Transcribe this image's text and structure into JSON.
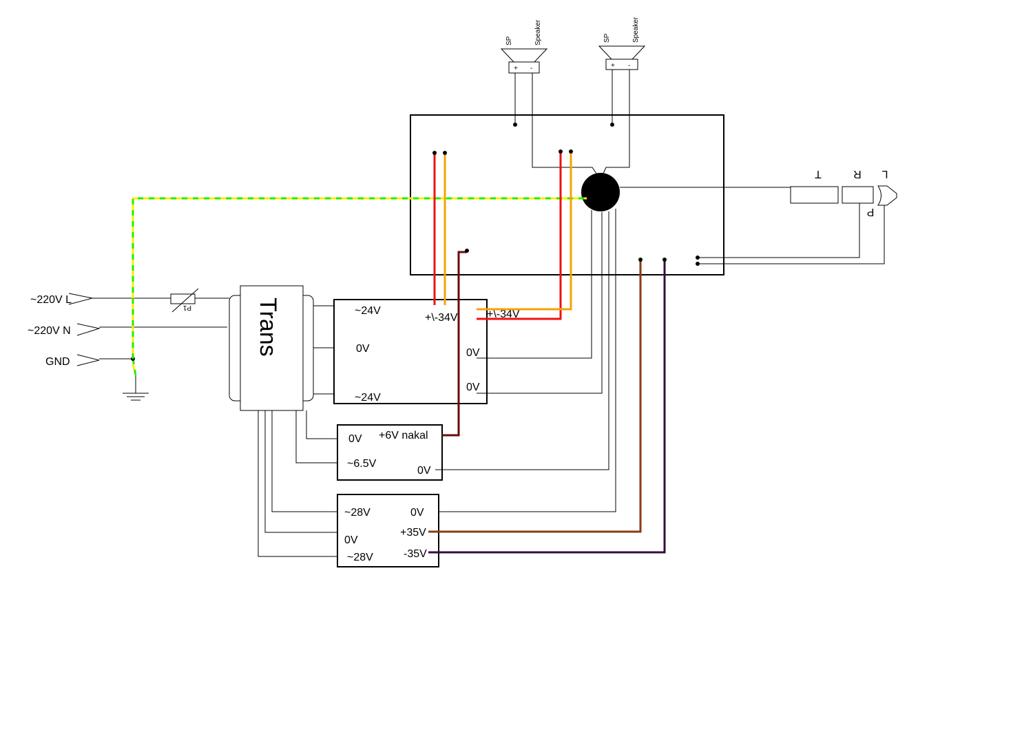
{
  "inputs": {
    "line": "~220V L",
    "neutral": "~220V N",
    "ground": "GND"
  },
  "fuse": {
    "label": "P1"
  },
  "transformer": {
    "label": "Trans"
  },
  "psu_main": {
    "in_top": "~24V",
    "in_mid": "0V",
    "in_bot": "~24V",
    "out_a": "+\\-34V",
    "out_b": "+\\-34V",
    "zero_1": "0V",
    "zero_2": "0V"
  },
  "psu_heater": {
    "in_0v": "0V",
    "in_ac": "~6.5V",
    "out": "+6V nakal",
    "out_0v": "0V"
  },
  "psu_aux": {
    "in_top": "~28V",
    "in_mid": "0V",
    "in_bot": "~28V",
    "out_0v": "0V",
    "out_pos": "+35V",
    "out_neg": "-35V"
  },
  "speakers": [
    {
      "short": "SP",
      "long": "Speaker",
      "plus": "+",
      "minus": "-"
    },
    {
      "short": "SP",
      "long": "Speaker",
      "plus": "+",
      "minus": "-"
    }
  ],
  "jack": {
    "t": "T",
    "r": "R",
    "l": "L",
    "p": "P"
  },
  "colors": {
    "ground_green": "#22ee00",
    "ground_yellow": "#ffee00",
    "red": "#ee1111",
    "orange": "#f5a300",
    "maroon": "#6b0a0a",
    "brown": "#8b3a12",
    "purple": "#3a0a40"
  }
}
